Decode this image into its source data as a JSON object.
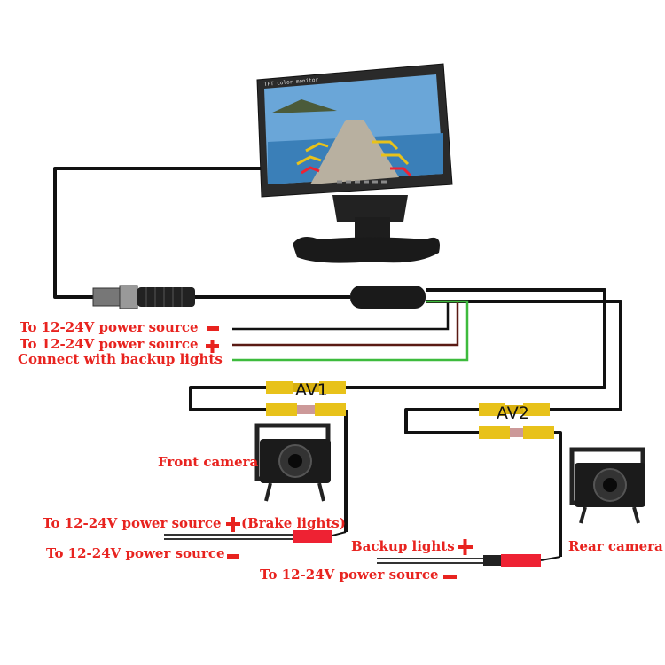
{
  "monitor": {
    "brand_text": "TFT color monitor"
  },
  "labels": {
    "power_minus": "To 12-24V power source",
    "power_plus": "To 12-24V power source",
    "backup_lights": "Connect with backup lights",
    "front_camera": "Front camera",
    "front_power_plus": "To 12-24V power source",
    "brake_lights": "(Brake lights)",
    "front_power_minus": "To 12-24V power source",
    "backup_lights_plus": "Backup lights",
    "rear_camera": "Rear camera",
    "rear_power_minus": "To 12-24V power source"
  },
  "connectors": {
    "av1": "AV1",
    "av2": "AV2"
  },
  "colors": {
    "label_red": "#e8231f",
    "wire_black": "#111111",
    "wire_brown": "#5a1a14",
    "wire_green": "#3dbb3d",
    "rca_yellow": "#e8c21a"
  }
}
